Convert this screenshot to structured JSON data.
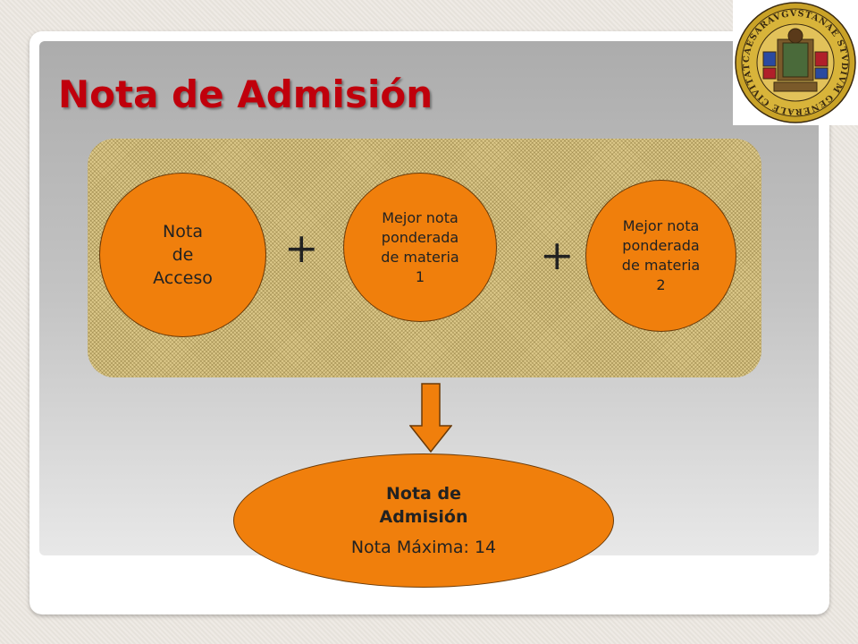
{
  "slide": {
    "title": "Nota de Admisión"
  },
  "logo": {
    "icon": "university-seal-icon",
    "ring_text": "CAESARAVGVSTANAE STVDIVM GENERALE CIVITATIS",
    "colors": {
      "gold": "#c9a227",
      "red": "#b0202a",
      "dark": "#3a2a10"
    }
  },
  "diagram": {
    "circle_access": {
      "lines": [
        "Nota",
        "de",
        "Acceso"
      ]
    },
    "plus_1": "+",
    "circle_subject_1": {
      "lines": [
        "Mejor nota",
        "ponderada",
        "de materia",
        "1"
      ]
    },
    "plus_2": "+",
    "circle_subject_2": {
      "lines": [
        "Mejor nota",
        "ponderada",
        "de materia",
        "2"
      ]
    },
    "arrow": "down-arrow",
    "result": {
      "title_lines": [
        "Nota de",
        "Admisión"
      ],
      "max_label": "Nota Máxima: 14"
    }
  },
  "colors": {
    "title": "#c0000c",
    "circle_fill": "#f07f0c",
    "band_fill": "#ddc98a",
    "arrow_fill": "#f07f0c"
  }
}
